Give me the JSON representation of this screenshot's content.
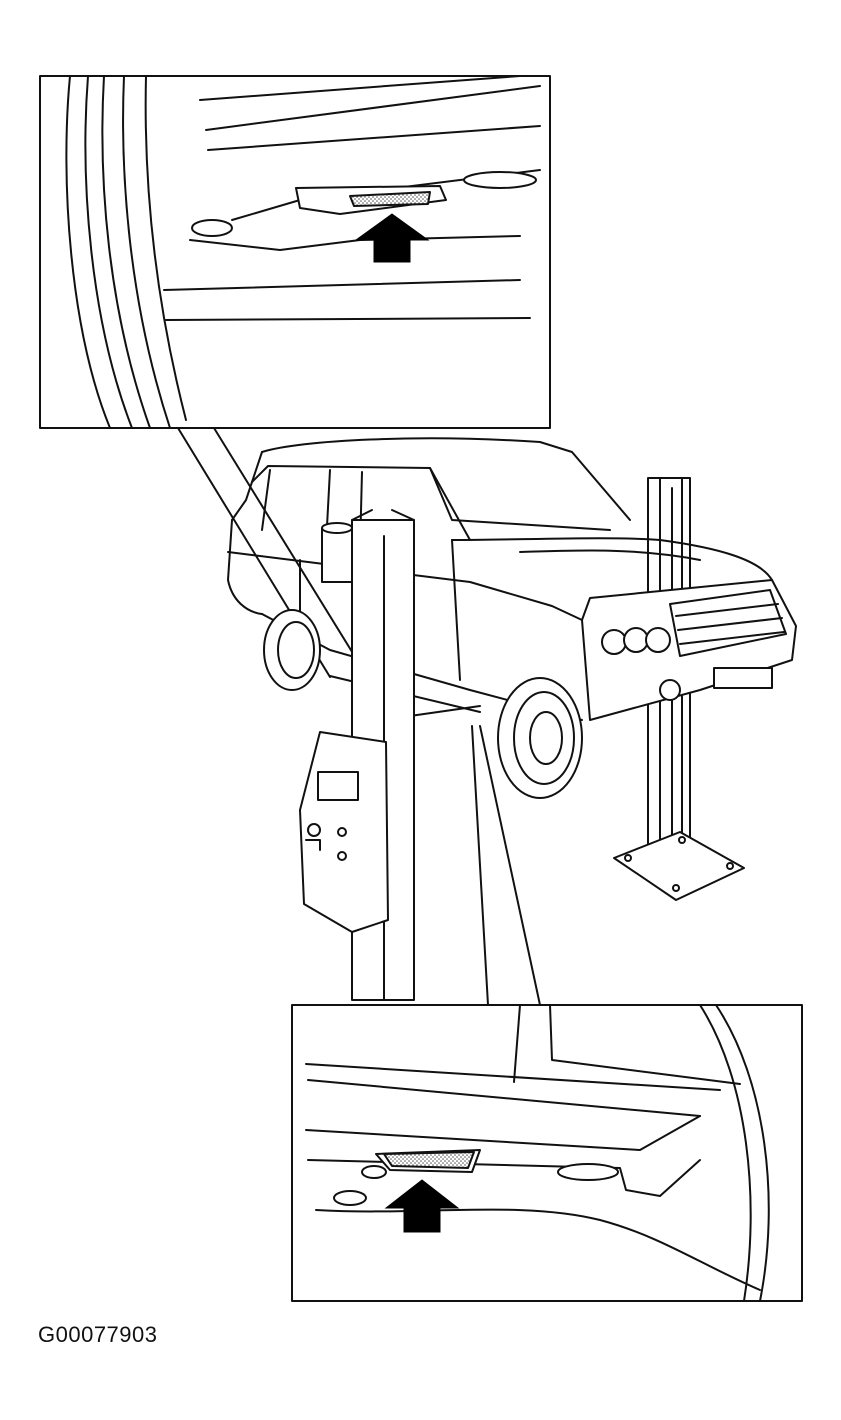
{
  "figure": {
    "id_label": "G00077903",
    "callouts": [
      {
        "name": "upper-detail",
        "marker": "arrow-up"
      },
      {
        "name": "lower-detail",
        "marker": "arrow-up"
      }
    ]
  },
  "colors": {
    "ink": "#111111",
    "paper": "#ffffff",
    "arrow": "#000000",
    "hatch": "#9a9a9a"
  }
}
